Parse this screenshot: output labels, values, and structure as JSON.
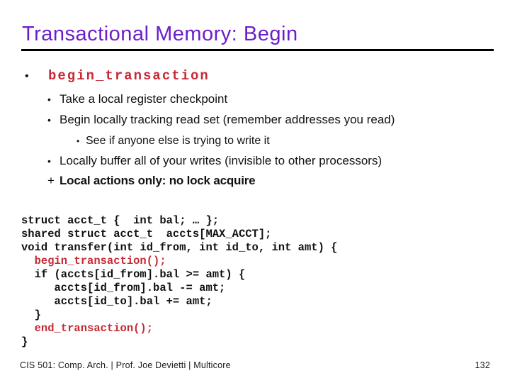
{
  "slide": {
    "title": "Transactional Memory: Begin",
    "colors": {
      "title_purple": "#6C1EC8",
      "code_red": "#C62A35",
      "body_text": "#111111",
      "rule": "#000000",
      "background": "#FFFFFF"
    },
    "bullets": [
      {
        "level": 1,
        "marker": "•",
        "style": "code-red",
        "text": "begin_transaction"
      },
      {
        "level": 2,
        "marker": "•",
        "style": "normal",
        "text": "Take a local register checkpoint"
      },
      {
        "level": 2,
        "marker": "•",
        "style": "normal",
        "text": "Begin locally tracking read set (remember addresses you read)"
      },
      {
        "level": 3,
        "marker": "•",
        "style": "normal",
        "text": "See if anyone else is trying to write it"
      },
      {
        "level": 2,
        "marker": "•",
        "style": "normal",
        "text": "Locally buffer all of your writes (invisible to other processors)"
      },
      {
        "level": 2,
        "marker": "+",
        "style": "boldrow",
        "text": "Local actions only: no lock acquire"
      }
    ],
    "code": {
      "lines": [
        {
          "text": "struct acct_t {  int bal; … };",
          "color": "black"
        },
        {
          "text": "shared struct acct_t  accts[MAX_ACCT];",
          "color": "black"
        },
        {
          "text": "void transfer(int id_from, int id_to, int amt) {",
          "color": "black"
        },
        {
          "text": "  begin_transaction();",
          "color": "red"
        },
        {
          "text": "  if (accts[id_from].bal >= amt) {",
          "color": "black"
        },
        {
          "text": "     accts[id_from].bal -= amt;",
          "color": "black"
        },
        {
          "text": "     accts[id_to].bal += amt;",
          "color": "black"
        },
        {
          "text": "  }",
          "color": "black"
        },
        {
          "text": "  end_transaction();",
          "color": "red"
        },
        {
          "text": "}",
          "color": "black"
        }
      ]
    },
    "footer": {
      "left": "CIS 501: Comp. Arch.  |  Prof. Joe Devietti  |  Multicore",
      "page": "132"
    }
  }
}
